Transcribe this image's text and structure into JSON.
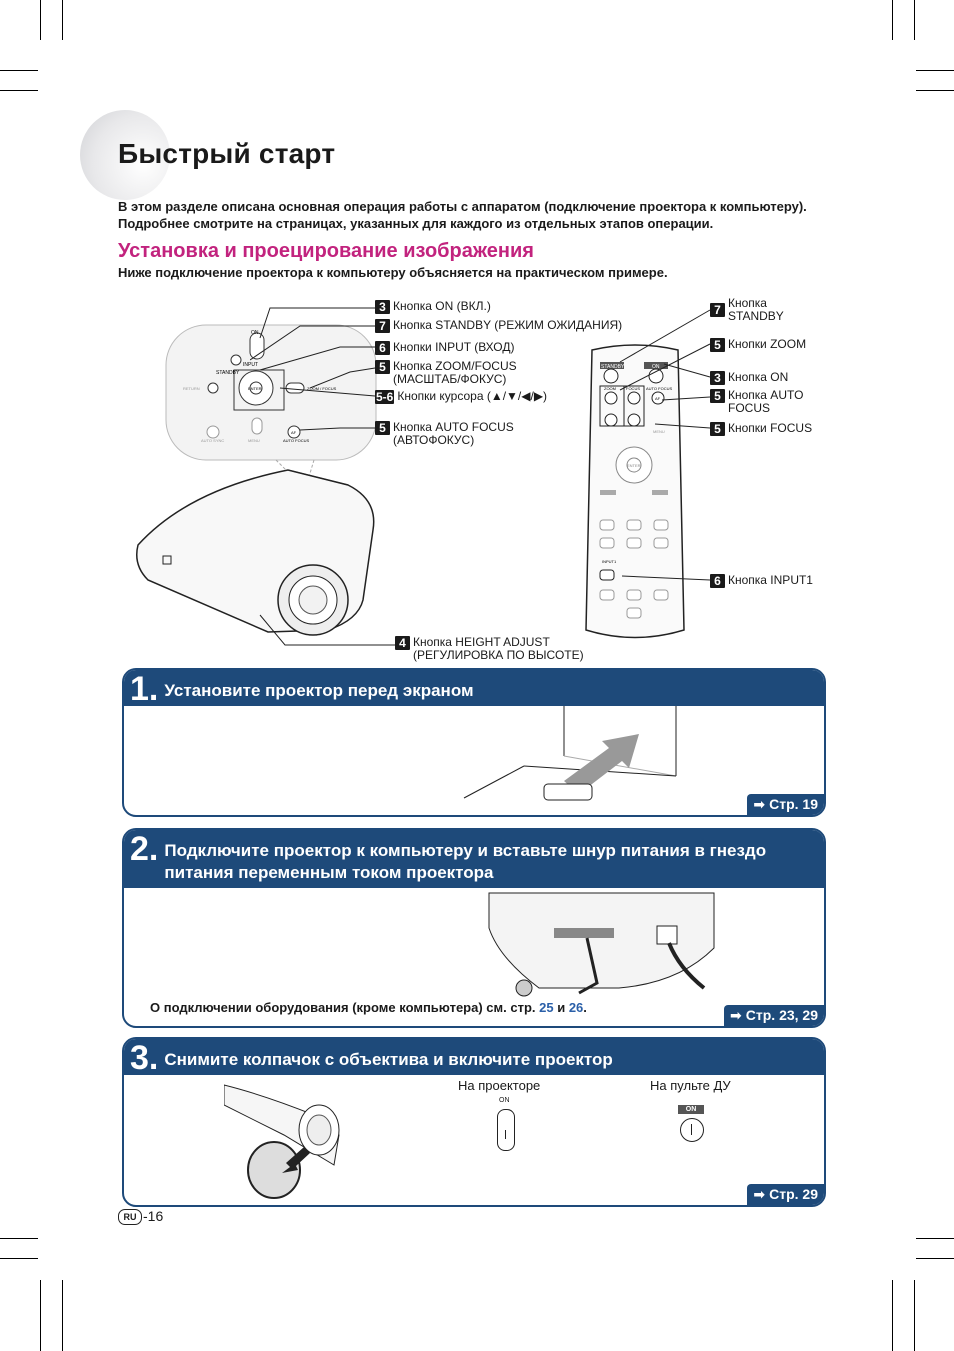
{
  "page_title": "Быстрый старт",
  "intro": "В этом разделе описана основная операция работы с аппаратом (подключение проектора к компьютеру). Подробнее смотрите на страницах, указанных для каждого из отдельных этапов операции.",
  "section_title": "Установка и проецирование изображения",
  "section_intro": "Ниже подключение проектора к компьютеру объясняется на практическом примере.",
  "callouts_left": [
    {
      "num": "3",
      "text": "Кнопка ON (ВКЛ.)"
    },
    {
      "num": "7",
      "text": "Кнопка STANDBY (РЕЖИМ ОЖИДАНИЯ)"
    },
    {
      "num": "6",
      "text": "Кнопки INPUT (ВХОД)"
    },
    {
      "num": "5",
      "text": "Кнопка ZOOM/FOCUS (МАСШТАБ/ФОКУС)"
    },
    {
      "num": "5-6",
      "text": "Кнопки курсора (▲/▼/◀/▶)"
    },
    {
      "num": "5",
      "text": "Кнопка AUTO FOCUS (АВТОФОКУС)"
    }
  ],
  "callout_bottom": {
    "num": "4",
    "text": "Кнопка HEIGHT ADJUST (РЕГУЛИРОВКА ПО ВЫСОТЕ)"
  },
  "callouts_right": [
    {
      "num": "7",
      "text": "Кнопка STANDBY"
    },
    {
      "num": "5",
      "text": "Кнопки ZOOM"
    },
    {
      "num": "3",
      "text": "Кнопка ON"
    },
    {
      "num": "5",
      "text": "Кнопка AUTO FOCUS"
    },
    {
      "num": "5",
      "text": "Кнопки FOCUS"
    },
    {
      "num": "6",
      "text": "Кнопка INPUT1"
    }
  ],
  "panel_labels": {
    "on": "ON",
    "input": "INPUT",
    "standby": "STANDBY",
    "enter": "ENTER",
    "zoom_focus": "ZOOM / FOCUS",
    "af": "AF",
    "auto_focus": "AUTO FOCUS",
    "menu": "MENU",
    "auto_sync": "AUTO SYNC",
    "return": "RETURN"
  },
  "remote_labels": {
    "standby": "STANDBY",
    "on": "ON",
    "zoom": "ZOOM",
    "focus": "FOCUS",
    "auto_focus": "AUTO FOCUS",
    "af": "AF",
    "enter": "ENTER",
    "input1": "INPUT1",
    "menu": "MENU"
  },
  "steps": [
    {
      "num": "1.",
      "title": "Установите проектор перед экраном",
      "link": "Стр. 19"
    },
    {
      "num": "2.",
      "title": "Подключите проектор к компьютеру и вставьте шнур питания в гнездо питания переменным током проектора",
      "note_pre": "О подключении оборудования (кроме компьютера) см. стр. ",
      "note_p1": "25",
      "note_and": " и ",
      "note_p2": "26",
      "note_end": ".",
      "link": "Стр. 23, 29"
    },
    {
      "num": "3.",
      "title": "Снимите колпачок с объектива и включите проектор",
      "label_projector": "На проекторе",
      "label_remote": "На пульте ДУ",
      "on_label": "ON",
      "link": "Стр. 29"
    }
  ],
  "footer": {
    "lang": "RU",
    "page": "-16"
  },
  "colors": {
    "accent": "#c2237e",
    "step_blue": "#1e4a7a",
    "link_blue": "#2a5fa8"
  }
}
